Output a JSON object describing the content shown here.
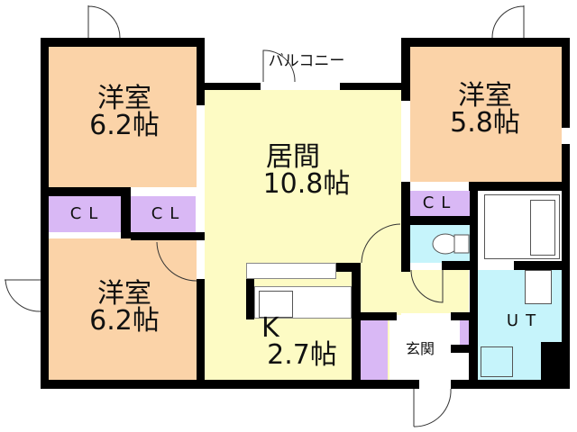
{
  "floorplan": {
    "rooms": [
      {
        "id": "western-room-nw",
        "name": "洋室",
        "size": "6.2帖"
      },
      {
        "id": "western-room-ne",
        "name": "洋室",
        "size": "5.8帖"
      },
      {
        "id": "western-room-sw",
        "name": "洋室",
        "size": "6.2帖"
      },
      {
        "id": "living",
        "name": "居間",
        "size": "10.8帖"
      },
      {
        "id": "kitchen",
        "name": "K",
        "size": "2.7帖"
      },
      {
        "id": "balcony",
        "name": "バルコニー"
      },
      {
        "id": "entrance",
        "name": "玄関"
      },
      {
        "id": "utility",
        "name": "UT"
      },
      {
        "id": "closet-left",
        "name": "CL"
      },
      {
        "id": "closet-mid",
        "name": "CL"
      },
      {
        "id": "closet-right",
        "name": "CL"
      }
    ],
    "colors": {
      "western_room": "#fbd3a8",
      "living_kitchen": "#fdfbc4",
      "closet": "#d9b8f5",
      "wet_area": "#c6f4fb",
      "wall": "#000000"
    }
  }
}
